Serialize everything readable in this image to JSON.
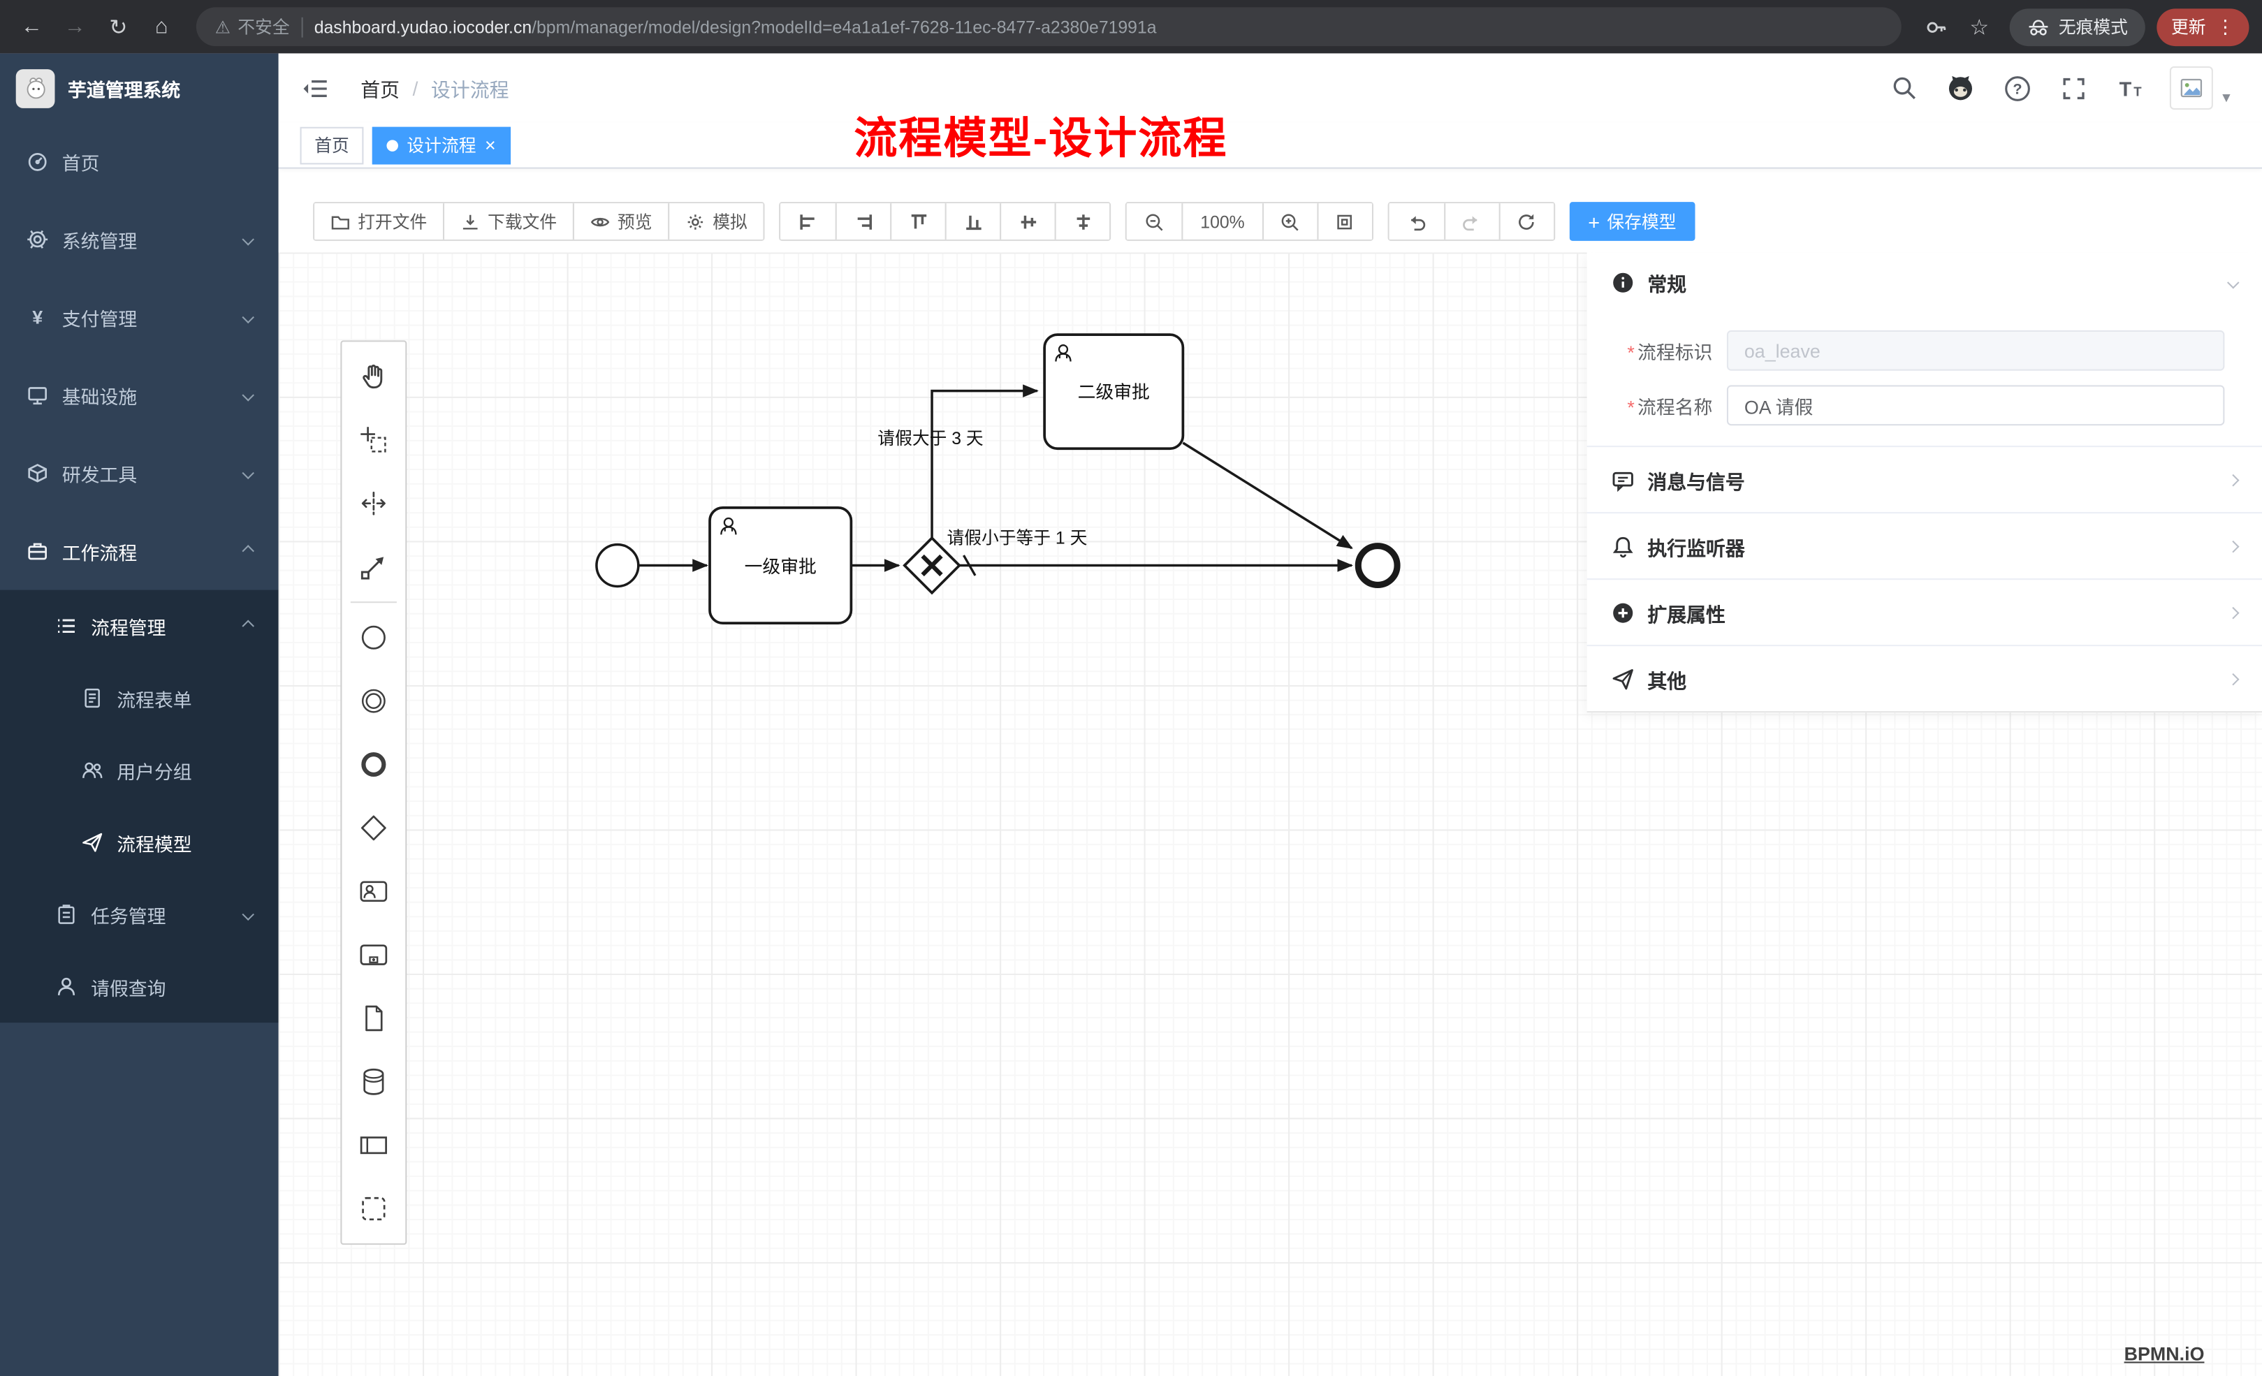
{
  "browser": {
    "security": "不安全",
    "url_host": "dashboard.yudao.iocoder.cn",
    "url_path": "/bpm/manager/model/design?modelId=e4a1a1ef-7628-11ec-8477-a2380e71991a",
    "incognito": "无痕模式",
    "update": "更新"
  },
  "icons": {
    "back": "←",
    "forward": "→",
    "reload": "↻",
    "home": "⌂",
    "warning": "⚠",
    "star": "☆",
    "dots": "⋮",
    "caret": "▾",
    "close": "×",
    "plus": "+"
  },
  "sidebar": {
    "title": "芋道管理系统",
    "items": [
      {
        "label": "首页"
      },
      {
        "label": "系统管理"
      },
      {
        "label": "支付管理"
      },
      {
        "label": "基础设施"
      },
      {
        "label": "研发工具"
      },
      {
        "label": "工作流程"
      },
      {
        "label": "流程管理"
      },
      {
        "label": "流程表单"
      },
      {
        "label": "用户分组"
      },
      {
        "label": "流程模型"
      },
      {
        "label": "任务管理"
      },
      {
        "label": "请假查询"
      }
    ]
  },
  "header": {
    "breadcrumb_home": "首页",
    "breadcrumb_sep": "/",
    "breadcrumb_current": "设计流程",
    "annotation": "流程模型-设计流程"
  },
  "tabs": [
    {
      "label": "首页"
    },
    {
      "label": "设计流程"
    }
  ],
  "toolbar": {
    "open": "打开文件",
    "download": "下载文件",
    "preview": "预览",
    "simulate": "模拟",
    "zoom": "100%",
    "save": "保存模型"
  },
  "panel": {
    "required_mark": "*",
    "general_title": "常规",
    "field_key_label": "流程标识",
    "field_key_value": "oa_leave",
    "field_name_label": "流程名称",
    "field_name_value": "OA 请假",
    "sections": [
      {
        "label": "消息与信号"
      },
      {
        "label": "执行监听器"
      },
      {
        "label": "扩展属性"
      },
      {
        "label": "其他"
      }
    ]
  },
  "diagram": {
    "task1": "一级审批",
    "task2": "二级审批",
    "edge_gt": "请假大于 3 天",
    "edge_le": "请假小于等于 1 天",
    "watermark": "BPMN.iO"
  },
  "colors": {
    "accent": "#409eff",
    "sidebar_bg": "#304156",
    "submenu_bg": "#1f2d3d",
    "annotation_red": "#fe0000"
  }
}
